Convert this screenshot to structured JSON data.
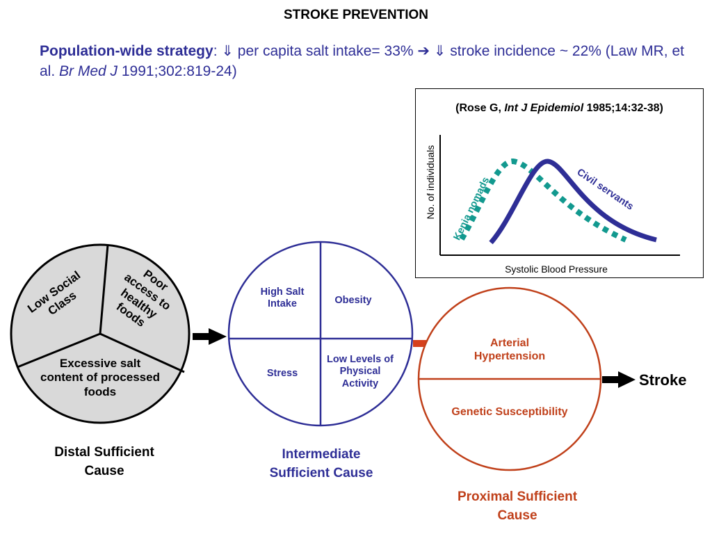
{
  "title": "STROKE PREVENTION",
  "strategy": {
    "lead": "Population-wide strategy",
    "colon": ": ",
    "text1": "⇓ per capita salt intake= 33% ➔ ⇓ stroke incidence ~ 22% (Law MR, et al. ",
    "journal": "Br Med J",
    "text2": " 1991;302:819-24)"
  },
  "inset": {
    "citation_pre": "(Rose G, ",
    "citation_journal": "Int J Epidemiol",
    "citation_post": " 1985;14:32-38)",
    "y_axis_label": "No. of individuals",
    "x_axis_label": "Systolic Blood Pressure",
    "curve_labels": {
      "nomads": "Kenia nomads",
      "civil": "Civil servants"
    }
  },
  "distal": {
    "segments": [
      "Low Social Class",
      "Poor access to healthy foods",
      "Excessive salt content of processed foods"
    ],
    "caption": "Distal Sufficient Cause"
  },
  "intermediate": {
    "quadrants": [
      "High Salt Intake",
      "Obesity",
      "Stress",
      "Low Levels of Physical Activity"
    ],
    "caption": "Intermediate Sufficient Cause"
  },
  "proximal": {
    "halves": [
      "Arterial Hypertension",
      "Genetic Susceptibility"
    ],
    "caption": "Proximal Sufficient Cause"
  },
  "outcome": "Stroke",
  "colors": {
    "title_blue": "#2e2e96",
    "distal_fill": "#d9d9d9",
    "intermediate_stroke": "#2e2e96",
    "proximal_stroke": "#c0401a",
    "nomads_curve": "#12998f",
    "civil_curve": "#2e2e96"
  }
}
